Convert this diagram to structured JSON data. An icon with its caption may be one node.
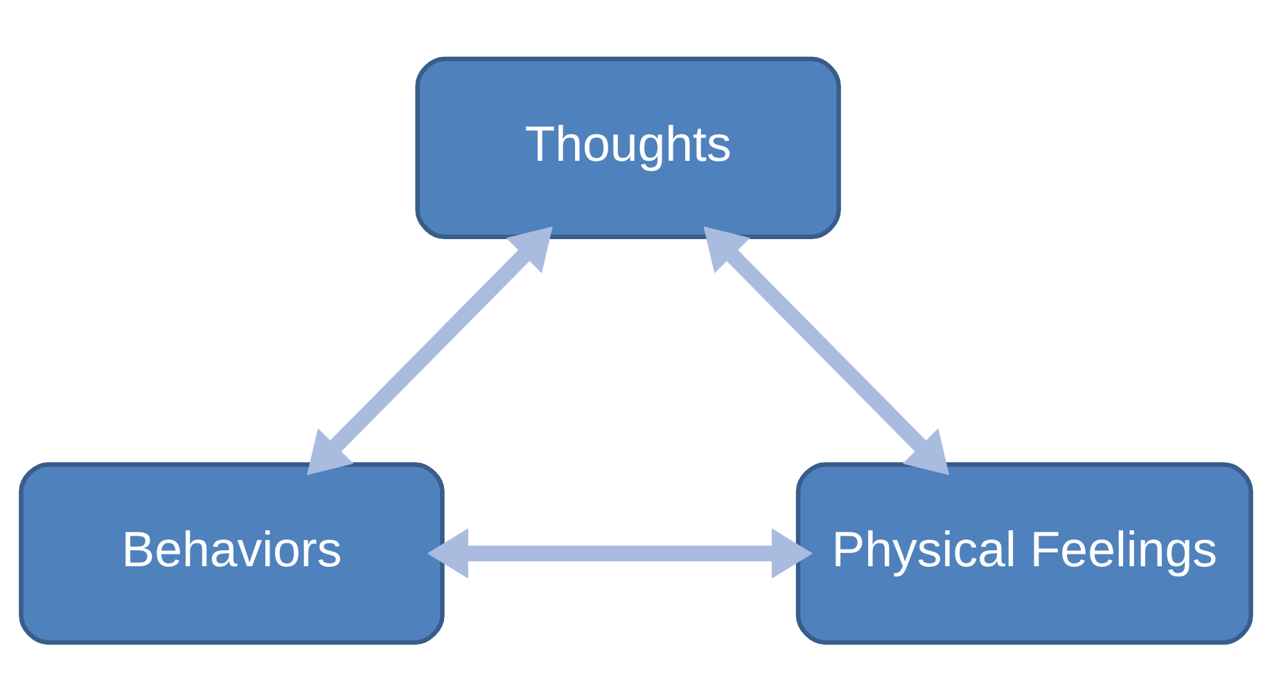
{
  "diagram": {
    "nodes": [
      {
        "text": [
          "Thoughts"
        ]
      },
      {
        "text": [
          "Behaviors"
        ]
      },
      {
        "text": [
          "Physical Feelings"
        ]
      }
    ],
    "edges": [
      {
        "from": 0,
        "to": 1,
        "arrow": "both"
      },
      {
        "from": 0,
        "to": 2,
        "arrow": "both"
      },
      {
        "from": 1,
        "to": 2,
        "arrow": "both"
      }
    ]
  }
}
